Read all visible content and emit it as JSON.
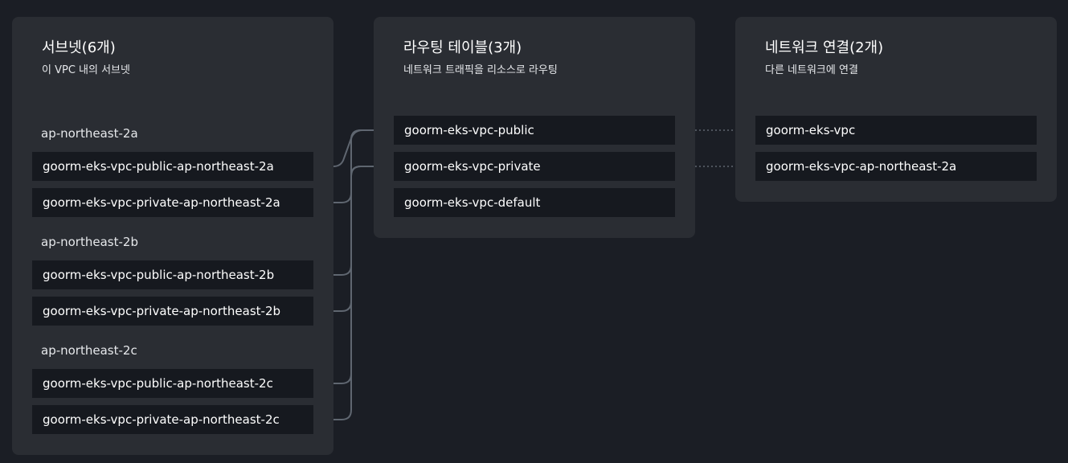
{
  "subnets": {
    "title": "서브넷(6개)",
    "subtitle": "이 VPC 내의 서브넷",
    "zones": [
      {
        "label": "ap-northeast-2a",
        "items": [
          "goorm-eks-vpc-public-ap-northeast-2a",
          "goorm-eks-vpc-private-ap-northeast-2a"
        ]
      },
      {
        "label": "ap-northeast-2b",
        "items": [
          "goorm-eks-vpc-public-ap-northeast-2b",
          "goorm-eks-vpc-private-ap-northeast-2b"
        ]
      },
      {
        "label": "ap-northeast-2c",
        "items": [
          "goorm-eks-vpc-public-ap-northeast-2c",
          "goorm-eks-vpc-private-ap-northeast-2c"
        ]
      }
    ]
  },
  "route_tables": {
    "title": "라우팅 테이블(3개)",
    "subtitle": "네트워크 트래픽을 리소스로 라우팅",
    "items": [
      "goorm-eks-vpc-public",
      "goorm-eks-vpc-private",
      "goorm-eks-vpc-default"
    ]
  },
  "network_connections": {
    "title": "네트워크 연결(2개)",
    "subtitle": "다른 네트워크에 연결",
    "items": [
      "goorm-eks-vpc",
      "goorm-eks-vpc-ap-northeast-2a"
    ]
  },
  "colors": {
    "background": "#1b1e25",
    "panel": "#2a2d33",
    "item": "#16191f",
    "connector": "#5f6670"
  }
}
